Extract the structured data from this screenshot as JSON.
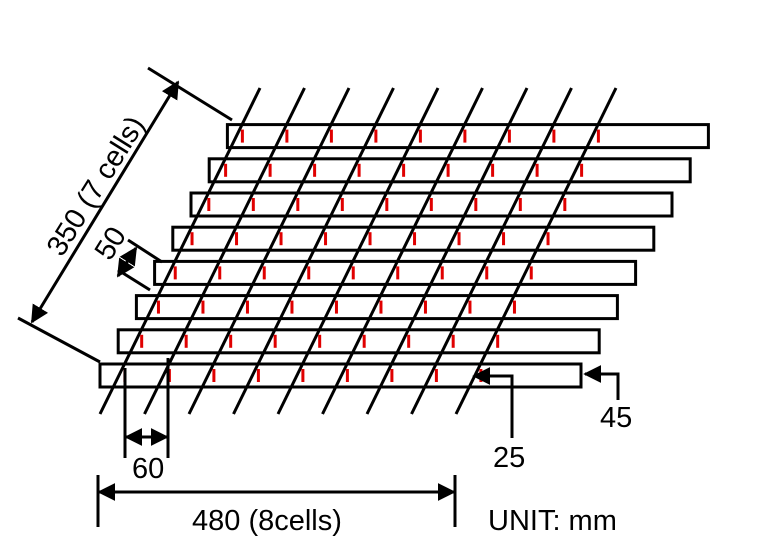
{
  "diagram": {
    "labels": {
      "diag_total": "350 (7 cells)",
      "diag_cell": "50",
      "width_total": "480 (8cells)",
      "cell_width": "60",
      "thickness": "25",
      "height": "45",
      "unit": "UNIT: mm"
    },
    "layers": 8,
    "slats_per_layer": 9,
    "colors": {
      "line": "#000000",
      "joint": "#e00000",
      "background": "#ffffff"
    }
  }
}
